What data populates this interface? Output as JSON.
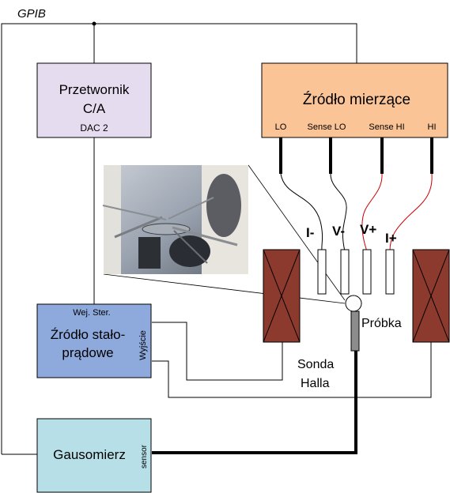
{
  "bus_label": "GPIB",
  "dac": {
    "line1": "Przetwornik",
    "line2": "C/A",
    "sub": "DAC 2"
  },
  "meter": {
    "title": "Źródło mierzące",
    "terminals": [
      "LO",
      "Sense LO",
      "Sense HI",
      "HI"
    ]
  },
  "current_source": {
    "line1": "Źródło stało-",
    "line2": "prądowe",
    "control_label": "Wej. Ster.",
    "output_label": "Wyjście"
  },
  "gaussmeter": {
    "title": "Gausomierz",
    "sensor_label": "sensor"
  },
  "probes": {
    "i_minus": "I-",
    "v_minus": "V-",
    "v_plus": "V+",
    "i_plus": "I+"
  },
  "sample_label": "Próbka",
  "hall": {
    "line1": "Sonda",
    "line2": "Halla"
  },
  "colors": {
    "dac_fill": "#e6dcef",
    "meter_fill": "#fbc497",
    "source_fill": "#8eaadc",
    "gauss_fill": "#b7dfe8",
    "magnet_fill": "#8b3a2d",
    "sense_wire": "#cc0000"
  }
}
